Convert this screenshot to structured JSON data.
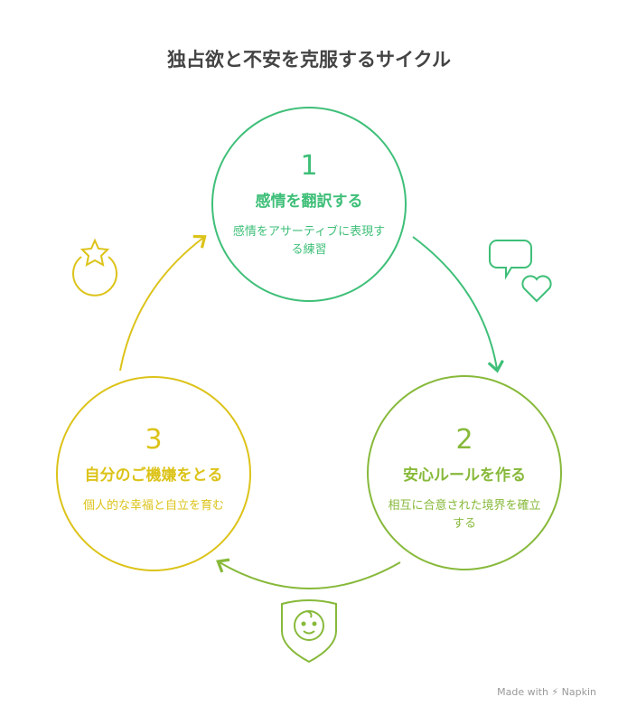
{
  "title": "独占欲と不安を克服するサイクル",
  "steps": [
    {
      "number": "1",
      "heading": "感情を翻訳する",
      "description": "感情をアサーティブに表現する練習",
      "icon": "speech-heart-icon"
    },
    {
      "number": "2",
      "heading": "安心ルールを作る",
      "description": "相互に合意された境界を確立する",
      "icon": "baby-shield-icon"
    },
    {
      "number": "3",
      "heading": "自分のご機嫌をとる",
      "description": "個人的な幸福と自立を育む",
      "icon": "star-circle-icon"
    }
  ],
  "colors": {
    "step1": "#3ebf78",
    "step2": "#87b93a",
    "step3": "#dcc319"
  },
  "footer": "Made with ⚡ Napkin"
}
